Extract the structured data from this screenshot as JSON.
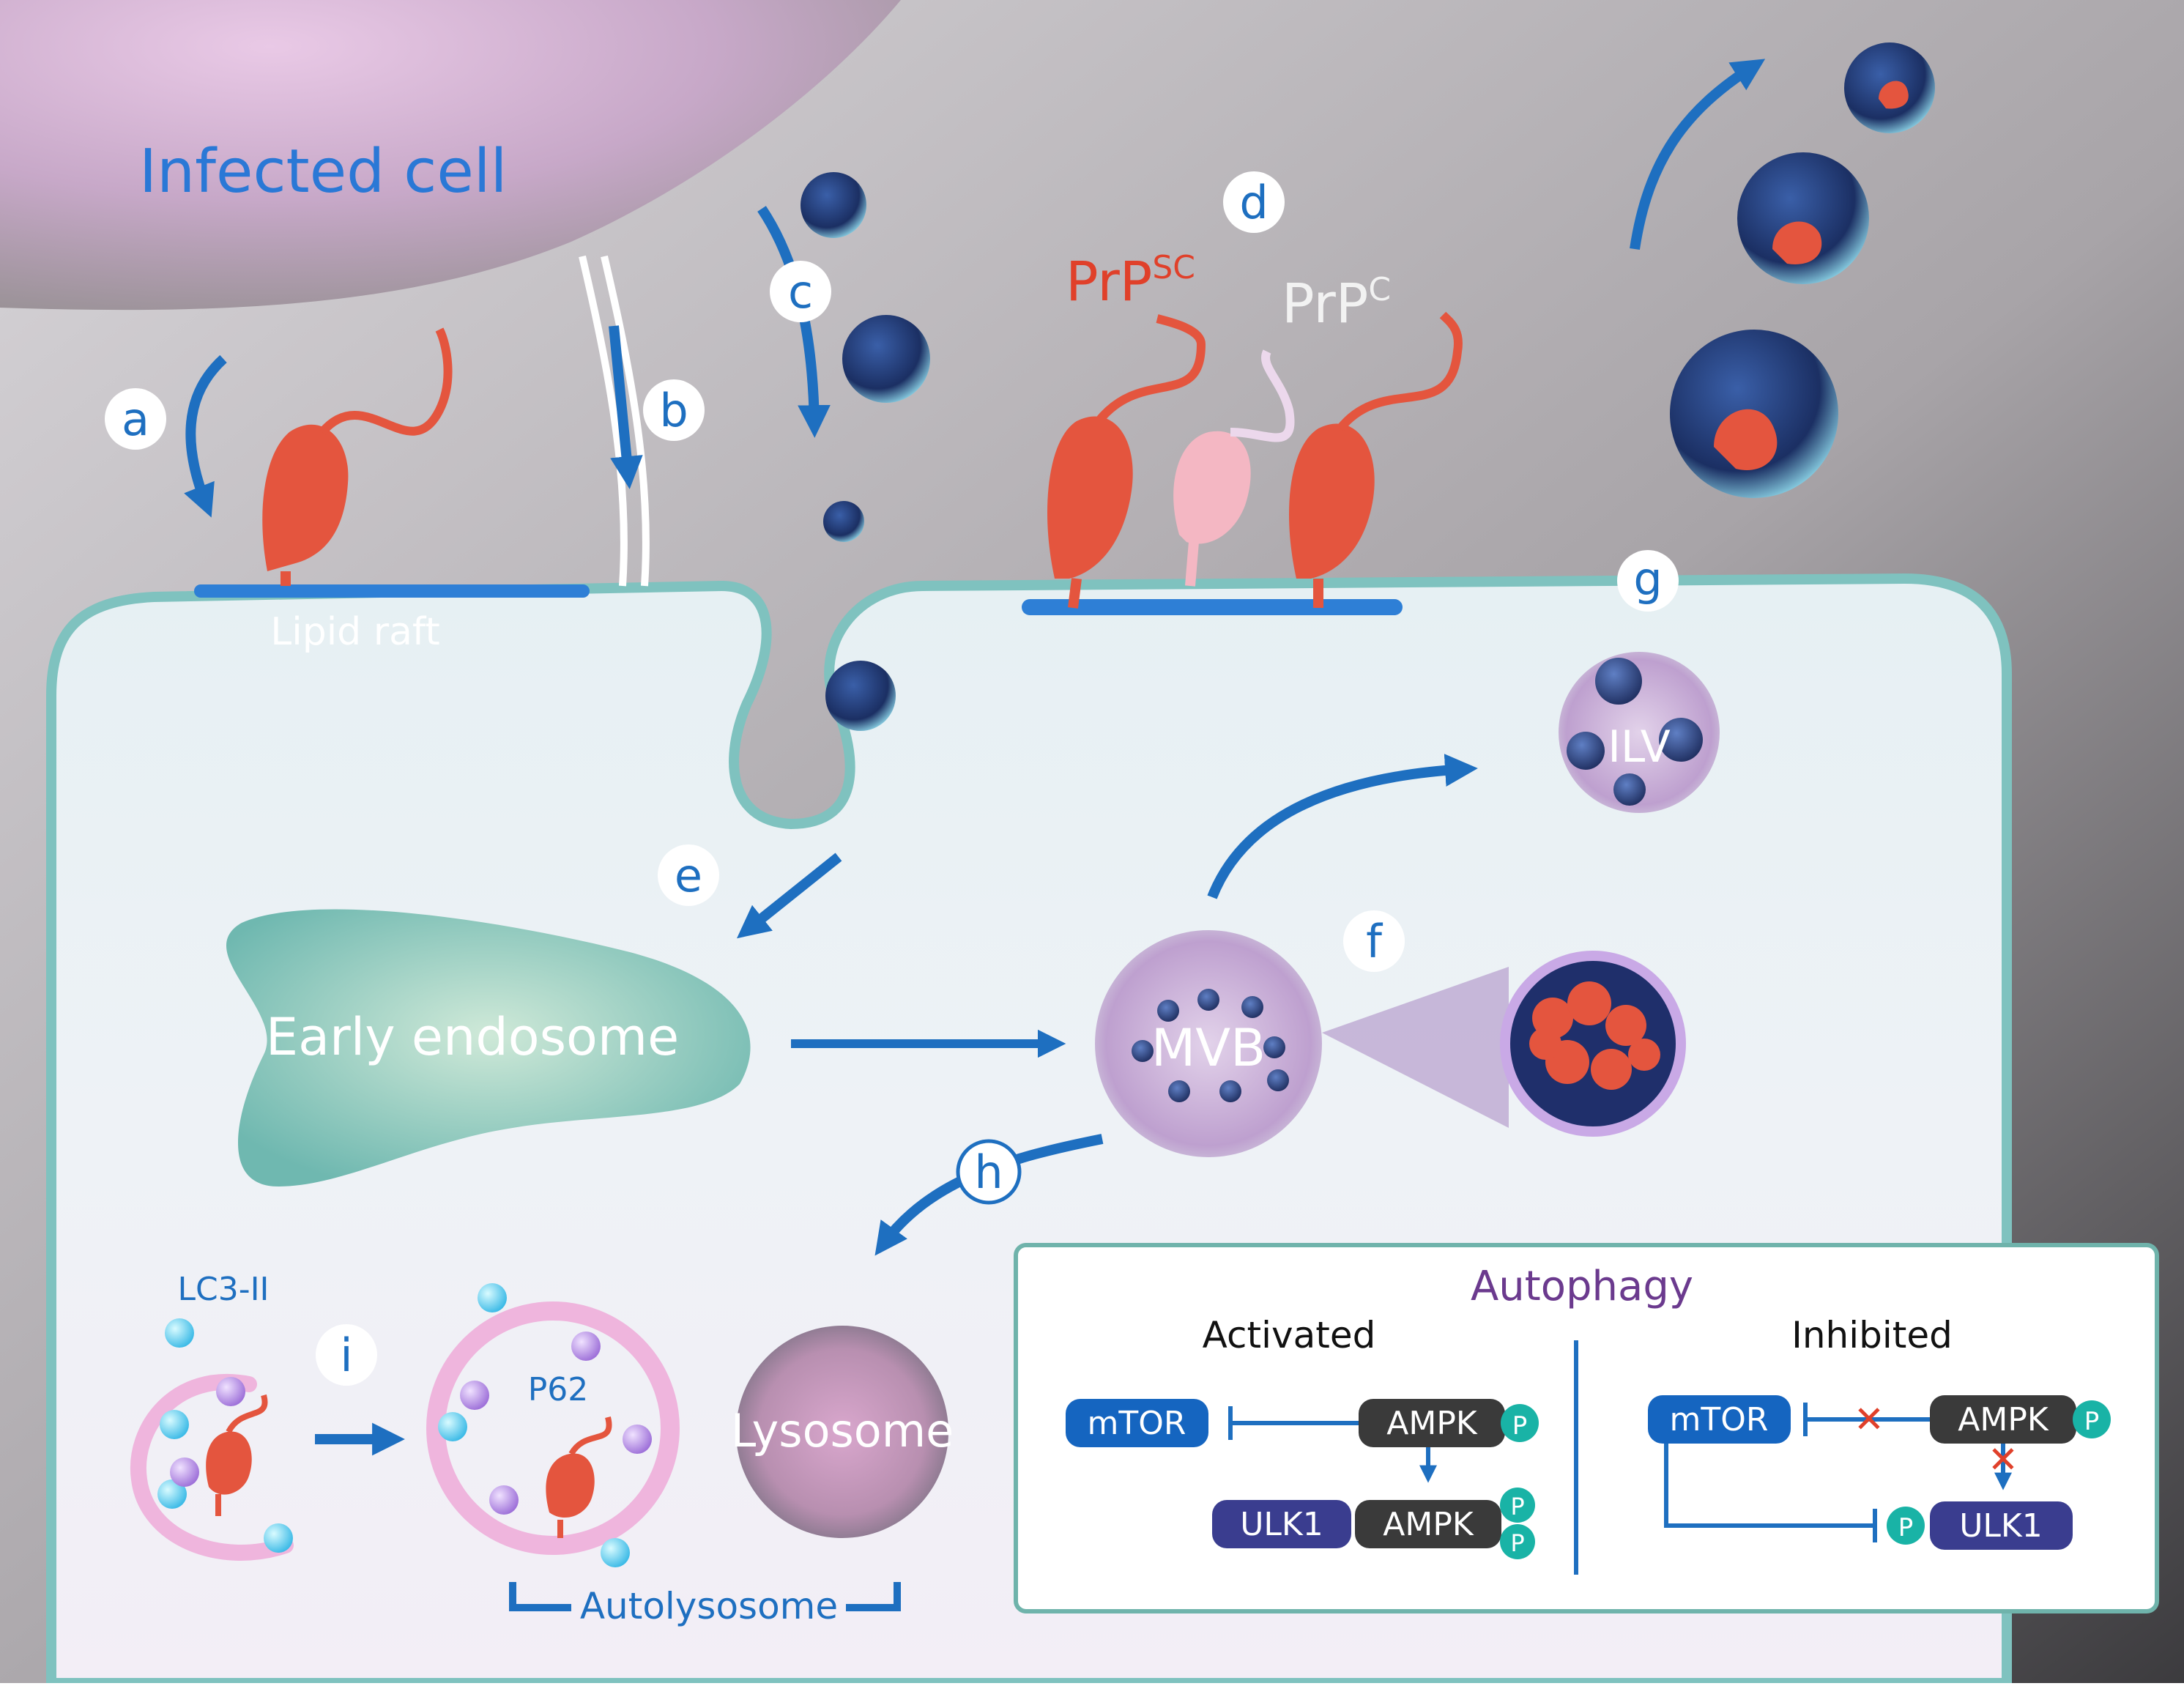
{
  "title": "Infected cell",
  "steps": {
    "a": "a",
    "b": "b",
    "c": "c",
    "d": "d",
    "e": "e",
    "f": "f",
    "g": "g",
    "h": "h",
    "i": "i"
  },
  "labels": {
    "lipid_raft": "Lipid raft",
    "prpsc_base": "PrP",
    "prpsc_sup": "SC",
    "prpc_base": "PrP",
    "prpc_sup": "C",
    "ilv": "ILV",
    "early_endosome": "Early endosome",
    "mvb": "MVB",
    "lc3": "LC3-II",
    "p62": "P62",
    "lysosome": "Lysosome",
    "autolysosome": "Autolysosome"
  },
  "autophagy": {
    "title": "Autophagy",
    "activated": {
      "heading": "Activated",
      "mtor": "mTOR",
      "ampk": "AMPK",
      "ulk1": "ULK1",
      "ampk2": "AMPK",
      "p": "P"
    },
    "inhibited": {
      "heading": "Inhibited",
      "mtor": "mTOR",
      "ampk": "AMPK",
      "ulk1": "ULK1",
      "p": "P"
    }
  },
  "colors": {
    "arrow": "#1e6fc0",
    "prion": "#e4553e",
    "prion_normal": "#f4b7c3",
    "title_blue": "#2a78d6",
    "red_text": "#e0402a",
    "autophagy_purple": "#6b3a8e",
    "mtor": "#1565c0",
    "ampk": "#3a3a3a",
    "ulk1": "#3a3d8f",
    "phospho": "#19b3a6"
  }
}
